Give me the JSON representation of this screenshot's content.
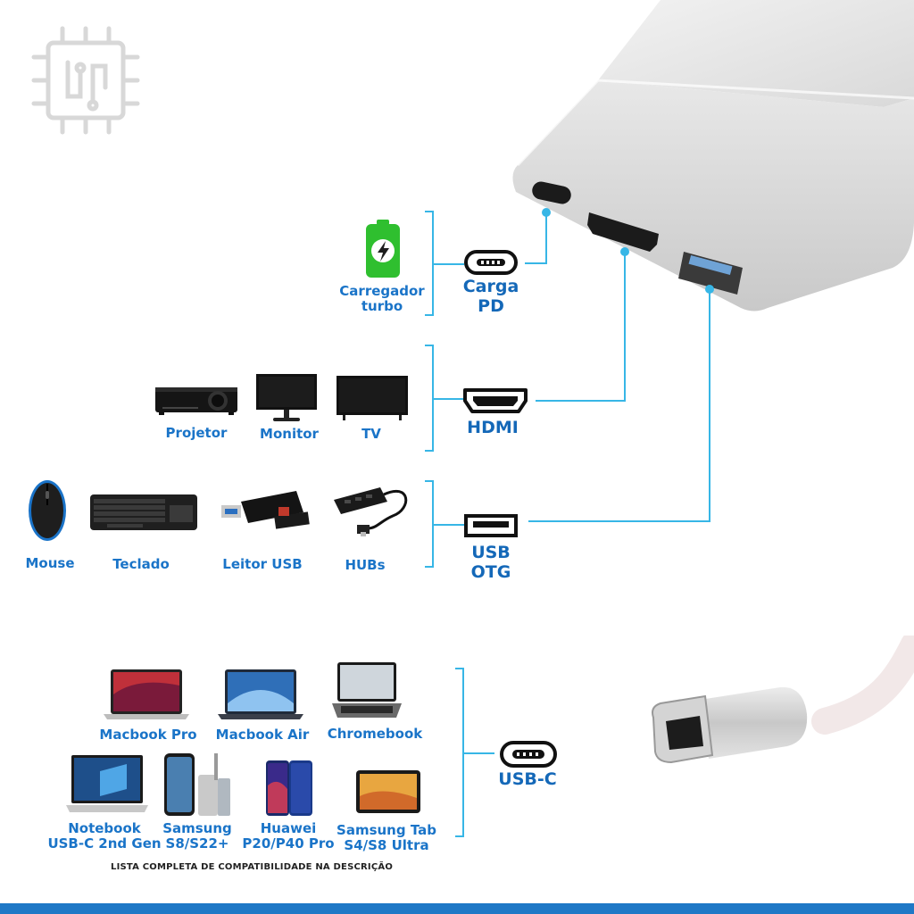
{
  "ports": {
    "pd": {
      "title_line1": "Carga",
      "title_line2": "PD"
    },
    "hdmi": {
      "title": "HDMI"
    },
    "usb_otg": {
      "title_line1": "USB",
      "title_line2": "OTG"
    },
    "usbc": {
      "title": "USB-C"
    }
  },
  "charger": {
    "label_line1": "Carregador",
    "label_line2": "turbo"
  },
  "hdmi_devices": [
    {
      "label": "Projetor"
    },
    {
      "label": "Monitor"
    },
    {
      "label": "TV"
    }
  ],
  "usb_devices": [
    {
      "label": "Mouse"
    },
    {
      "label": "Teclado"
    },
    {
      "label": "Leitor USB"
    },
    {
      "label": "HUBs"
    }
  ],
  "usbc_devices_row1": [
    {
      "label": "Macbook Pro"
    },
    {
      "label": "Macbook Air"
    },
    {
      "label": "Chromebook"
    }
  ],
  "usbc_devices_row2": [
    {
      "line1": "Notebook",
      "line2": "USB-C 2nd Gen"
    },
    {
      "line1": "Samsung",
      "line2": "S8/S22+"
    },
    {
      "line1": "Huawei",
      "line2": "P20/P40 Pro"
    },
    {
      "line1": "Samsung Tab",
      "line2": "S4/S8 Ultra"
    }
  ],
  "footnote": "LISTA COMPLETA DE COMPATIBILIDADE NA DESCRIÇÃO",
  "colors": {
    "accent_blue": "#1a74c8",
    "line_cyan": "#37b6e6",
    "footer_blue": "#1f78c6"
  },
  "icons": [
    "chip-logo-icon",
    "battery-bolt-icon",
    "usbc-port-icon",
    "hdmi-port-icon",
    "usb-a-port-icon"
  ]
}
